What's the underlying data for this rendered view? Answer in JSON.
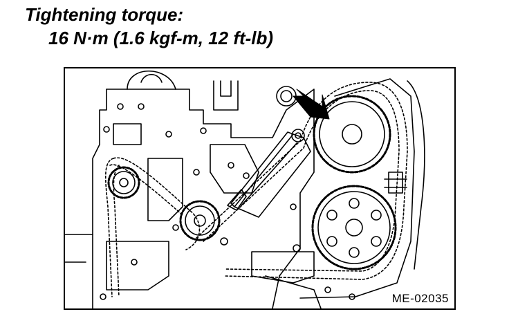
{
  "caption": {
    "title": "Tightening torque:",
    "value": "16 N·m (1.6 kgf-m, 12 ft-lb)"
  },
  "figure": {
    "id": "ME-02035",
    "line_color": "#000000",
    "background": "#ffffff",
    "pointer": "arrow-icon"
  }
}
